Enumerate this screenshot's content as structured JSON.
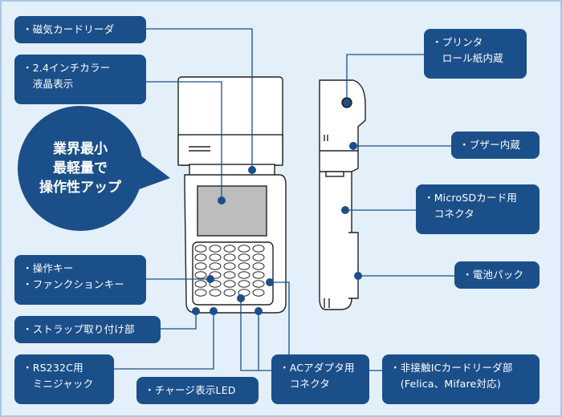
{
  "colors": {
    "background": "#e3eff9",
    "label_fill": "#1b4f8a",
    "callout_fill": "#1b4f8a",
    "leader_line": "#1b4f8a",
    "device_outline": "#222222",
    "screen": "#bfbfbf"
  },
  "callout": "業界最小\n最軽量で\n操作性アップ",
  "labels": {
    "magnetic_card_reader": "・磁気カードリーダ",
    "color_lcd": "・2.4インチカラー\n　液晶表示",
    "operation_keys": "・操作キー\n・ファンクションキー",
    "strap_mount": "・ストラップ取り付け部",
    "rs232c": "・RS232C用\n　ミニジャック",
    "charge_led": "・チャージ表示LED",
    "ac_adapter": "・ACアダプタ用\n　コネクタ",
    "contactless_ic": "・非接触ICカードリーダ部\n　(Felica、Mifare対応)",
    "printer": "・プリンタ\n　ロール紙内蔵",
    "buzzer": "・ブザー内蔵",
    "microsd": "・MicroSDカード用\n　コネクタ",
    "battery": "・電池パック"
  }
}
